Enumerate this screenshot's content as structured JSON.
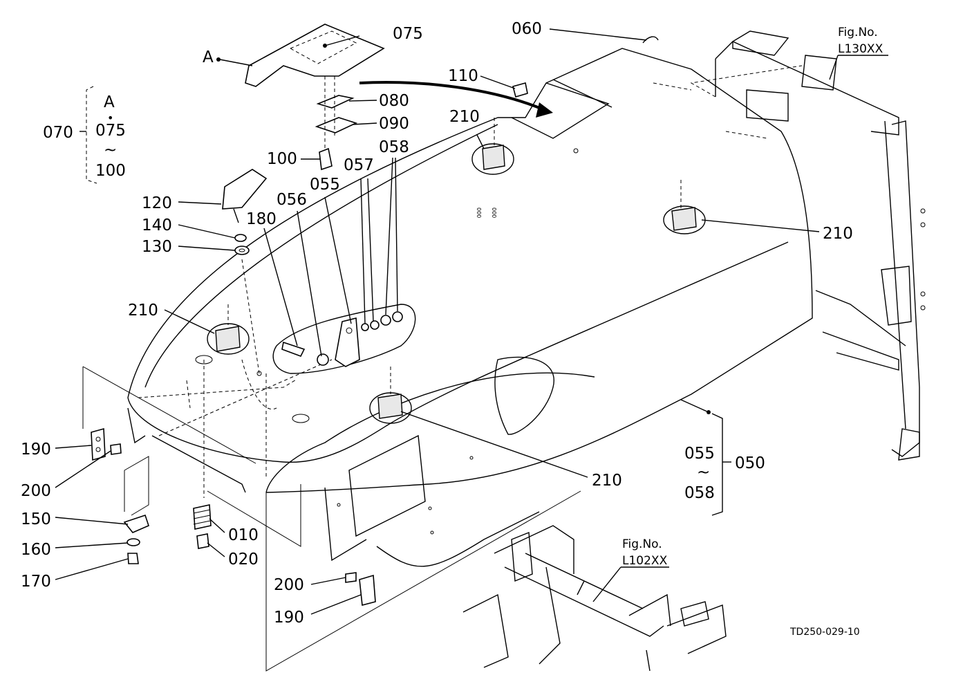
{
  "labels": {
    "l075": "075",
    "l060": "060",
    "l110": "110",
    "l080": "080",
    "l090": "090",
    "l100": "100",
    "l120": "120",
    "l140": "140",
    "l130": "130",
    "l055": "055",
    "l056": "056",
    "l057": "057",
    "l058": "058",
    "l180": "180",
    "l210a": "210",
    "l210b": "210",
    "l210c": "210",
    "l210d": "210",
    "l190a": "190",
    "l200a": "200",
    "l150": "150",
    "l160": "160",
    "l170": "170",
    "l010": "010",
    "l020": "020",
    "l200b": "200",
    "l190b": "190",
    "l050": "050",
    "a_marker": "A"
  },
  "group_070": {
    "code": "070",
    "ref": "A",
    "bullet": "•",
    "from": "075",
    "tilde": "~",
    "to": "100"
  },
  "group_050": {
    "from": "055",
    "tilde": "~",
    "to": "058"
  },
  "fig_refs": {
    "top_title": "Fig.No.",
    "top_code": "L130XX",
    "bottom_title": "Fig.No.",
    "bottom_code": "L102XX"
  },
  "drawing_code": "TD250-029-10",
  "small_marks": {
    "m1": "000",
    "m2": "000"
  },
  "icons": {
    "leader_dot": "filled-circle",
    "tilde": "tilde-glyph"
  }
}
